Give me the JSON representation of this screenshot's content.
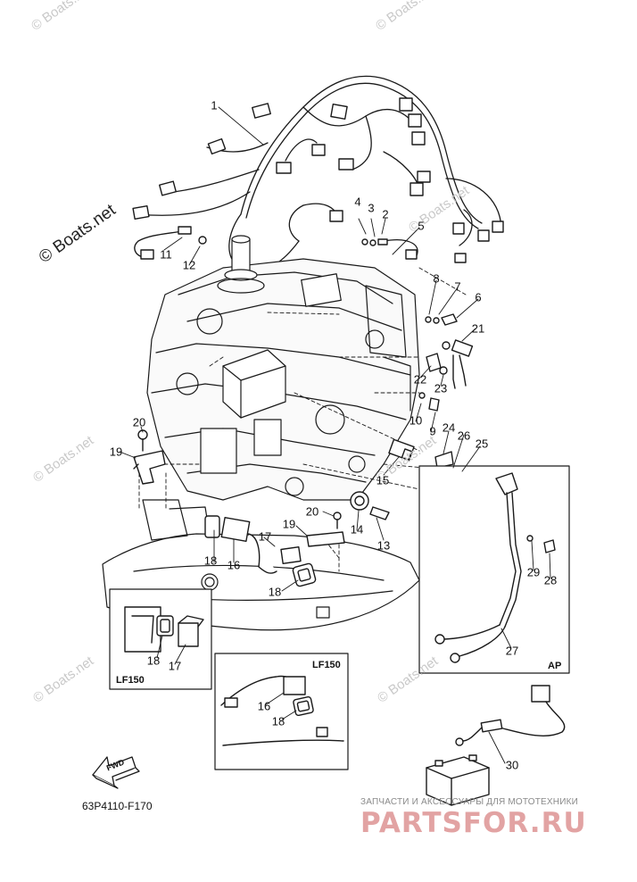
{
  "diagram": {
    "doc_code": "63P4110-F170",
    "fwd_label": "FWD",
    "callouts": [
      {
        "n": "1"
      },
      {
        "n": "2"
      },
      {
        "n": "3"
      },
      {
        "n": "4"
      },
      {
        "n": "5"
      },
      {
        "n": "6"
      },
      {
        "n": "7"
      },
      {
        "n": "8"
      },
      {
        "n": "9"
      },
      {
        "n": "10"
      },
      {
        "n": "11"
      },
      {
        "n": "12"
      },
      {
        "n": "13"
      },
      {
        "n": "14"
      },
      {
        "n": "15"
      },
      {
        "n": "16"
      },
      {
        "n": "17"
      },
      {
        "n": "18"
      },
      {
        "n": "19"
      },
      {
        "n": "20"
      },
      {
        "n": "21"
      },
      {
        "n": "22"
      },
      {
        "n": "23"
      },
      {
        "n": "24"
      },
      {
        "n": "25"
      },
      {
        "n": "26"
      },
      {
        "n": "27"
      },
      {
        "n": "28"
      },
      {
        "n": "29"
      },
      {
        "n": "30"
      },
      {
        "n": "20"
      },
      {
        "n": "19"
      },
      {
        "n": "18"
      },
      {
        "n": "16"
      },
      {
        "n": "18"
      },
      {
        "n": "17"
      },
      {
        "n": "18"
      },
      {
        "n": "16"
      },
      {
        "n": "18"
      }
    ],
    "boxes": {
      "lf150_left": "LF150",
      "lf150_right": "LF150",
      "ap": "AP"
    }
  },
  "watermarks": {
    "main": "© Boats.net",
    "faint": "© Boats.net"
  },
  "brand": {
    "tagline": "ЗАПЧАСТИ И АКСЕССУАРЫ ДЛЯ МОТОТЕХНИКИ",
    "logo": "PARTSFOR.RU",
    "color": "#e2a3a3"
  }
}
